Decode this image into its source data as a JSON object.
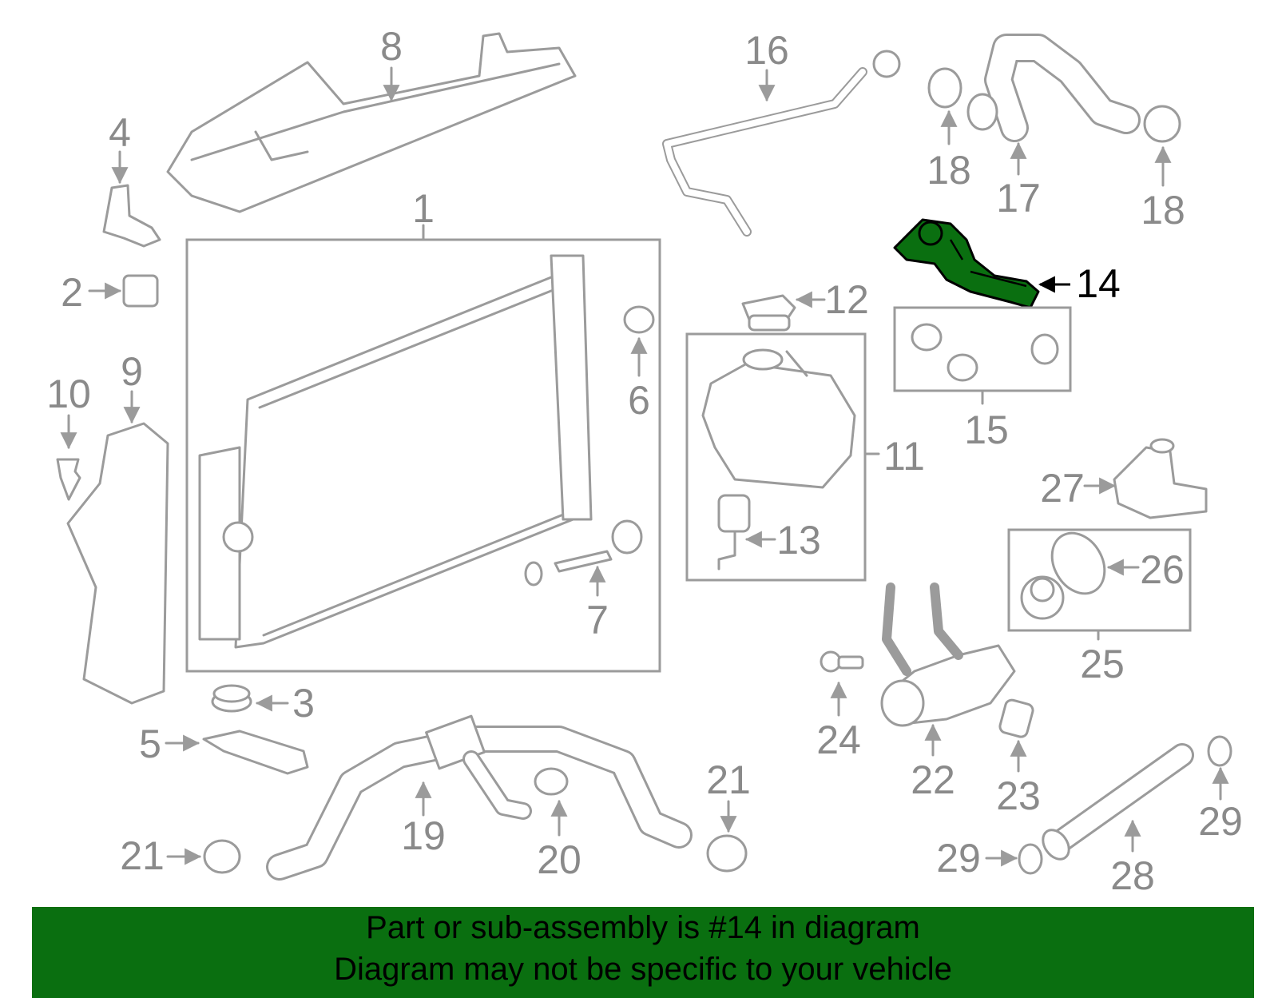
{
  "highlight_color": "#0a6f10",
  "highlight_part": "14",
  "callouts": {
    "c1": "1",
    "c2": "2",
    "c3": "3",
    "c4": "4",
    "c5": "5",
    "c6": "6",
    "c7": "7",
    "c8": "8",
    "c9": "9",
    "c10": "10",
    "c11": "11",
    "c12": "12",
    "c13": "13",
    "c14": "14",
    "c15": "15",
    "c16": "16",
    "c17": "17",
    "c18a": "18",
    "c18b": "18",
    "c19": "19",
    "c20": "20",
    "c21a": "21",
    "c21b": "21",
    "c22": "22",
    "c23": "23",
    "c24": "24",
    "c25": "25",
    "c26": "26",
    "c27": "27",
    "c28": "28",
    "c29a": "29",
    "c29b": "29"
  },
  "banner": {
    "line1": "Part or sub-assembly is #14 in diagram",
    "line2": "Diagram may not be specific to your vehicle"
  }
}
